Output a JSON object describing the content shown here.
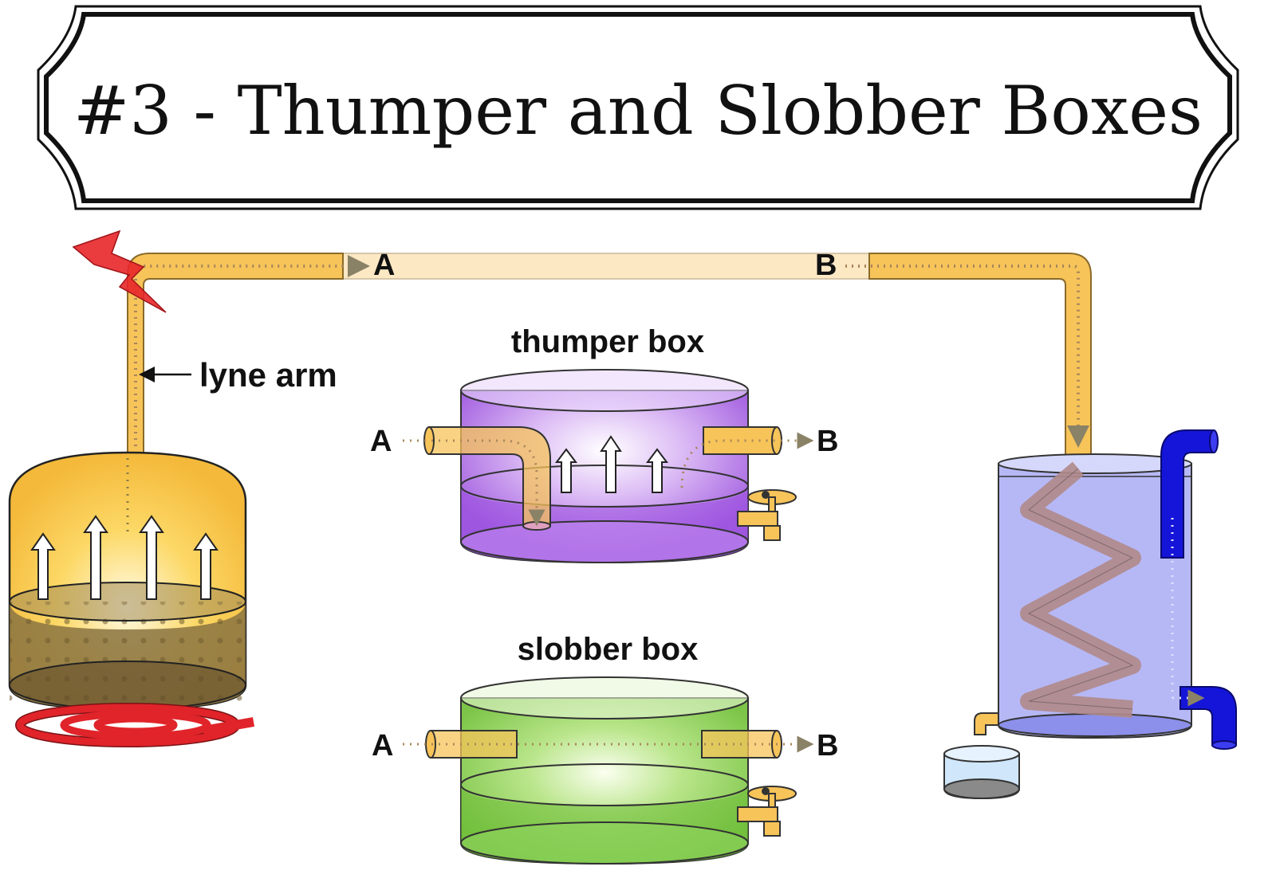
{
  "title": "#3 - Thumper and Slobber Boxes",
  "labels": {
    "lyne_arm": "lyne arm",
    "thumper_box": "thumper box",
    "slobber_box": "slobber box",
    "point_a": "A",
    "point_b": "B"
  },
  "colors": {
    "vapor_pipe": "#f7c45a",
    "vapor_pipe_light": "#fde8c4",
    "thumper": "#b57ee8",
    "slobber": "#8fd35f",
    "condenser_water": "#a9acf5",
    "cooling_pipe": "#1515d9",
    "heating_coil": "#e0242a",
    "still_pot": "#f9cc55",
    "mash": "#8a7341"
  }
}
